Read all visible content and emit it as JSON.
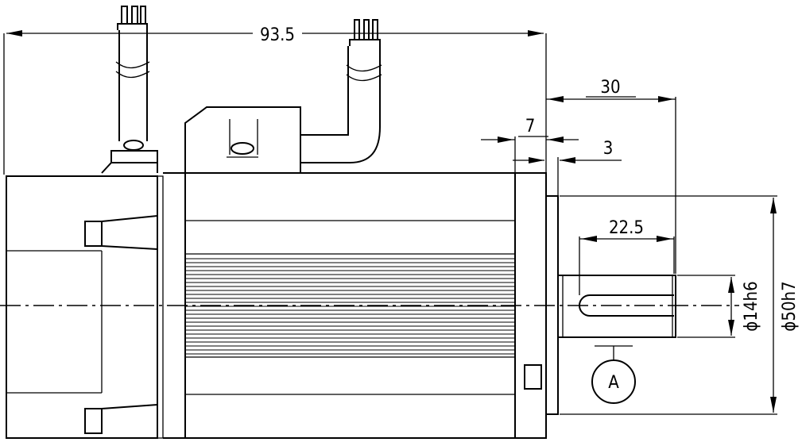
{
  "dimensions": {
    "overall_length": "93.5",
    "shaft_length": "30",
    "flange_thickness": "7",
    "spigot_height": "3",
    "key_length": "22.5",
    "shaft_diameter": "ϕ14h6",
    "spigot_diameter": "ϕ50h7"
  },
  "datum": {
    "label": "A"
  },
  "icons": [
    "power-cable",
    "encoder-cable",
    "datum-symbol"
  ],
  "colors": {
    "line": "#000000",
    "background": "#ffffff"
  }
}
